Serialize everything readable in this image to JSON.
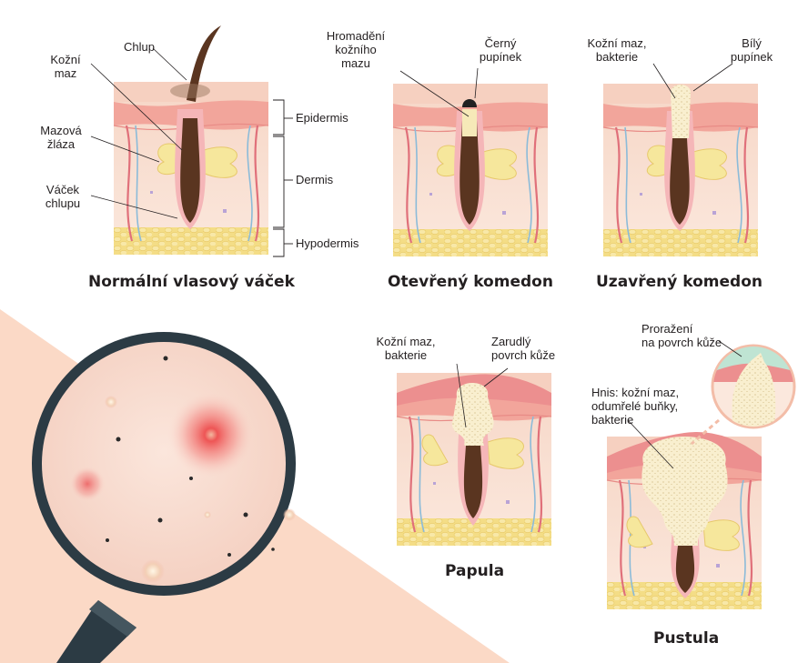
{
  "panels": {
    "normal": "Normální vlasový váček",
    "open_comedo": "Otevřený komedon",
    "closed_comedo": "Uzavřený komedon",
    "papule": "Papula",
    "pustule": "Pustula"
  },
  "labels": {
    "hair": "Chlup",
    "sebum": "Kožní\nmaz",
    "sebaceous_gland": "Mazová\nžláza",
    "hair_follicle": "Váček\nchlupu",
    "epidermis": "Epidermis",
    "dermis": "Dermis",
    "hypodermis": "Hypodermis",
    "sebum_buildup": "Hromadění\nkožního\nmazu",
    "blackhead": "Černý\npupínek",
    "sebum_bacteria_closed": "Kožní maz,\nbakterie",
    "whitehead": "Bílý\npupínek",
    "sebum_bacteria_papule": "Kožní maz,\nbakterie",
    "reddened_surface": "Zarudlý\npovrch kůže",
    "breakthrough": "Proražení\nna povrch kůže",
    "pus": "Hnis: kožní maz,\nodumřelé buňky,\nbakterie"
  },
  "colors": {
    "skin_top": "#f6d3c4",
    "epidermis": "#f2a59b",
    "dermis": "#fbe6da",
    "fat": "#f4dd86",
    "gland": "#f6e79c",
    "hair": "#5a3520",
    "vessel_red": "#e0707a",
    "vessel_blue": "#8bbbd9",
    "background_peach": "#fbd9c6",
    "lens_rim": "#2c3b44"
  }
}
